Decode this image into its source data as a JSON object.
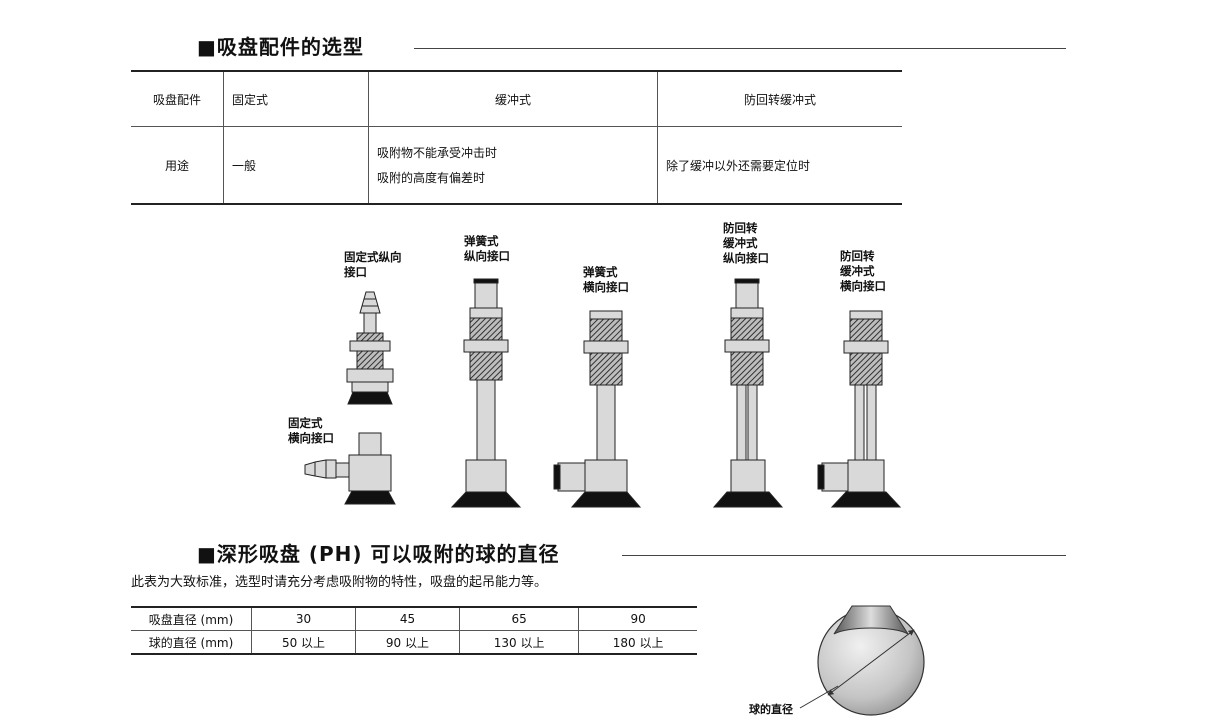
{
  "section1": {
    "title": "■吸盘配件的选型",
    "table": {
      "header": [
        "吸盘配件",
        "固定式",
        "缓冲式",
        "防回转缓冲式"
      ],
      "row_label": "用途",
      "fixed_use": "一般",
      "buffer_use_line1": "吸附物不能承受冲击时",
      "buffer_use_line2": "吸附的高度有偏差时",
      "antirot_use": "除了缓冲以外还需要定位时"
    }
  },
  "captions": {
    "fixed_vertical": "固定式纵向\n接口",
    "fixed_horizontal": "固定式\n横向接口",
    "spring_vertical": "弹簧式\n纵向接口",
    "spring_horizontal": "弹簧式\n横向接口",
    "antirot_vertical": "防回转\n缓冲式\n纵向接口",
    "antirot_horizontal": "防回转\n缓冲式\n横向接口"
  },
  "section2": {
    "title": "■深形吸盘 (PH) 可以吸附的球的直径",
    "note": "此表为大致标准，选型时请充分考虑吸附物的特性，吸盘的起吊能力等。",
    "table": {
      "row1_label": "吸盘直径 (mm)",
      "row1": [
        "30",
        "45",
        "65",
        "90"
      ],
      "row2_label": "球的直径 (mm)",
      "row2": [
        "50 以上",
        "90 以上",
        "130 以上",
        "180 以上"
      ]
    },
    "ball_label": "球的直径"
  }
}
